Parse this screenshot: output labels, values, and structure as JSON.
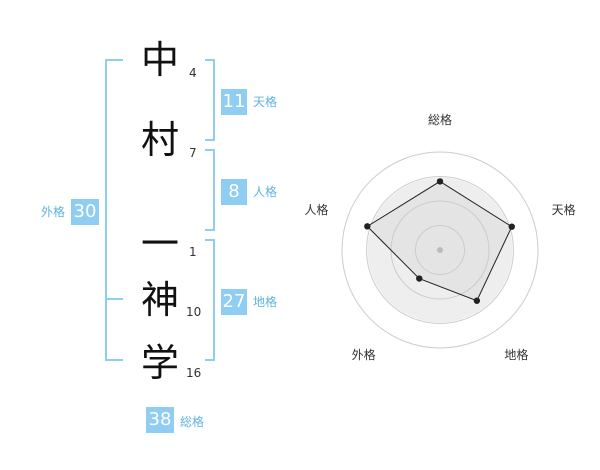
{
  "name_chars": [
    {
      "char": "中",
      "strokes": "4"
    },
    {
      "char": "村",
      "strokes": "7"
    },
    {
      "char": "一",
      "strokes": "1"
    },
    {
      "char": "神",
      "strokes": "10"
    },
    {
      "char": "学",
      "strokes": "16"
    }
  ],
  "fortunes": {
    "tenkaku": {
      "label": "天格",
      "value": "11"
    },
    "jinkaku": {
      "label": "人格",
      "value": "8"
    },
    "chikaku": {
      "label": "地格",
      "value": "27"
    },
    "gaikaku": {
      "label": "外格",
      "value": "30"
    },
    "soukaku": {
      "label": "総格",
      "value": "38"
    }
  },
  "colors": {
    "accent": "#8fcdf2",
    "accent_text": "#5fb3e3",
    "radar_fill": "#eeeeee"
  },
  "chart_data": {
    "type": "radar",
    "axes": [
      "総格",
      "天格",
      "地格",
      "外格",
      "人格"
    ],
    "values": [
      0.7,
      0.77,
      0.64,
      0.36,
      0.78
    ],
    "range": [
      0,
      1
    ],
    "rings": 4
  }
}
